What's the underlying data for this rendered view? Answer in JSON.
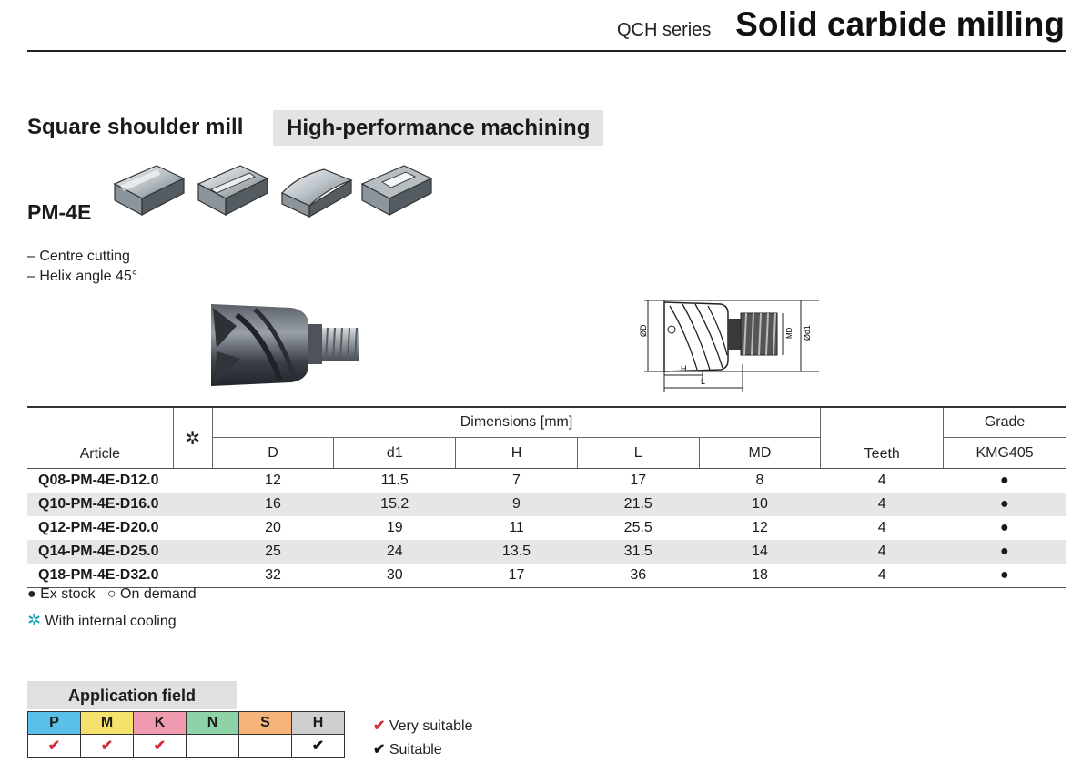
{
  "header": {
    "series": "QCH series",
    "title": "Solid carbide milling"
  },
  "section": {
    "type": "Square shoulder mill",
    "badge": "High-performance machining"
  },
  "model": "PM-4E",
  "features": [
    "– Centre cutting",
    "– Helix angle 45°"
  ],
  "drawing_labels": {
    "D": "ØD",
    "d1": "Ød1",
    "MD": "MD",
    "H": "H",
    "L": "L"
  },
  "table": {
    "article_header": "Article",
    "cooling_symbol": "✲",
    "dimensions_header": "Dimensions [mm]",
    "dim_columns": [
      "D",
      "d1",
      "H",
      "L",
      "MD"
    ],
    "teeth_header": "Teeth",
    "grade_header": "Grade",
    "grade_name": "KMG405",
    "rows": [
      {
        "article": "Q08-PM-4E-D12.0",
        "D": "12",
        "d1": "11.5",
        "H": "7",
        "L": "17",
        "MD": "8",
        "teeth": "4",
        "stock": "●"
      },
      {
        "article": "Q10-PM-4E-D16.0",
        "D": "16",
        "d1": "15.2",
        "H": "9",
        "L": "21.5",
        "MD": "10",
        "teeth": "4",
        "stock": "●"
      },
      {
        "article": "Q12-PM-4E-D20.0",
        "D": "20",
        "d1": "19",
        "H": "11",
        "L": "25.5",
        "MD": "12",
        "teeth": "4",
        "stock": "●"
      },
      {
        "article": "Q14-PM-4E-D25.0",
        "D": "25",
        "d1": "24",
        "H": "13.5",
        "L": "31.5",
        "MD": "14",
        "teeth": "4",
        "stock": "●"
      },
      {
        "article": "Q18-PM-4E-D32.0",
        "D": "32",
        "d1": "30",
        "H": "17",
        "L": "36",
        "MD": "18",
        "teeth": "4",
        "stock": "●"
      }
    ]
  },
  "legend": {
    "ex_stock": "● Ex stock",
    "on_demand": "○ On demand",
    "cooling": "With internal cooling"
  },
  "application": {
    "title": "Application field",
    "materials": [
      {
        "label": "P",
        "color": "#5bc0e8",
        "mark": "✔",
        "mark_color": "red"
      },
      {
        "label": "M",
        "color": "#f6e26b",
        "mark": "✔",
        "mark_color": "red"
      },
      {
        "label": "K",
        "color": "#f19bb0",
        "mark": "✔",
        "mark_color": "red"
      },
      {
        "label": "N",
        "color": "#8ed3a8",
        "mark": "",
        "mark_color": ""
      },
      {
        "label": "S",
        "color": "#f5b57a",
        "mark": "",
        "mark_color": ""
      },
      {
        "label": "H",
        "color": "#cfcfcf",
        "mark": "✔",
        "mark_color": "black"
      }
    ],
    "legend_very": "Very suitable",
    "legend_suitable": "Suitable",
    "check_symbol": "✔"
  }
}
